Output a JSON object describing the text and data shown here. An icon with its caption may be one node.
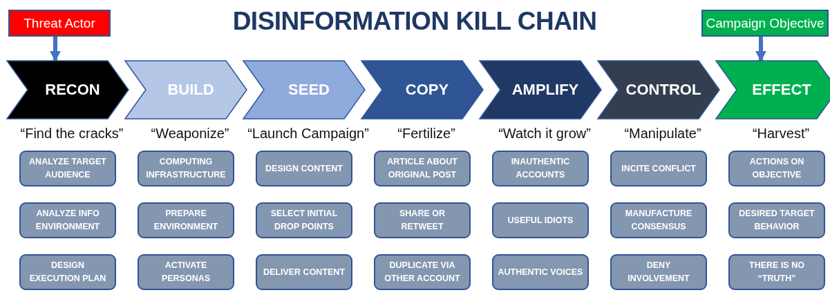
{
  "diagram": {
    "title": "DISINFORMATION KILL CHAIN",
    "nodes": [
      {
        "text": [
          "Threat Actor"
        ]
      },
      {
        "text": [
          "Campaign Objective"
        ]
      },
      {
        "text": [
          "RECON"
        ],
        "beside": [
          "“Find the cracks”"
        ]
      },
      {
        "text": [
          "BUILD"
        ],
        "beside": [
          "“Weaponize”"
        ]
      },
      {
        "text": [
          "SEED"
        ],
        "beside": [
          "“Launch Campaign”"
        ]
      },
      {
        "text": [
          "COPY"
        ],
        "beside": [
          "“Fertilize”"
        ]
      },
      {
        "text": [
          "AMPLIFY"
        ],
        "beside": [
          "“Watch it grow”"
        ]
      },
      {
        "text": [
          "CONTROL"
        ],
        "beside": [
          "“Manipulate”"
        ]
      },
      {
        "text": [
          "EFFECT"
        ],
        "beside": [
          "“Harvest”"
        ]
      },
      {
        "text": [
          "ANALYZE TARGET AUDIENCE"
        ]
      },
      {
        "text": [
          "ANALYZE INFO ENVIRONMENT"
        ]
      },
      {
        "text": [
          "DESIGN EXECUTION PLAN"
        ]
      },
      {
        "text": [
          "COMPUTING INFRASTRUCTURE"
        ]
      },
      {
        "text": [
          "PREPARE ENVIRONMENT"
        ]
      },
      {
        "text": [
          "ACTIVATE PERSONAS"
        ]
      },
      {
        "text": [
          "DESIGN CONTENT"
        ]
      },
      {
        "text": [
          "SELECT INITIAL DROP POINTS"
        ]
      },
      {
        "text": [
          "DELIVER CONTENT"
        ]
      },
      {
        "text": [
          "ARTICLE ABOUT ORIGINAL POST"
        ]
      },
      {
        "text": [
          "SHARE OR RETWEET"
        ]
      },
      {
        "text": [
          "DUPLICATE VIA OTHER ACCOUNT"
        ]
      },
      {
        "text": [
          "INAUTHENTIC ACCOUNTS"
        ]
      },
      {
        "text": [
          "USEFUL IDIOTS"
        ]
      },
      {
        "text": [
          "AUTHENTIC VOICES"
        ]
      },
      {
        "text": [
          "INCITE CONFLICT"
        ]
      },
      {
        "text": [
          "MANUFACTURE CONSENSUS"
        ]
      },
      {
        "text": [
          "DENY INVOLVEMENT"
        ]
      },
      {
        "text": [
          "ACTIONS ON OBJECTIVE"
        ]
      },
      {
        "text": [
          "DESIRED TARGET BEHAVIOR"
        ]
      },
      {
        "text": [
          "THERE IS NO “TRUTH”"
        ]
      }
    ],
    "edges": [
      {
        "from": 0,
        "to": 2,
        "arrow": "to"
      },
      {
        "from": 1,
        "to": 8,
        "arrow": "to"
      }
    ]
  }
}
